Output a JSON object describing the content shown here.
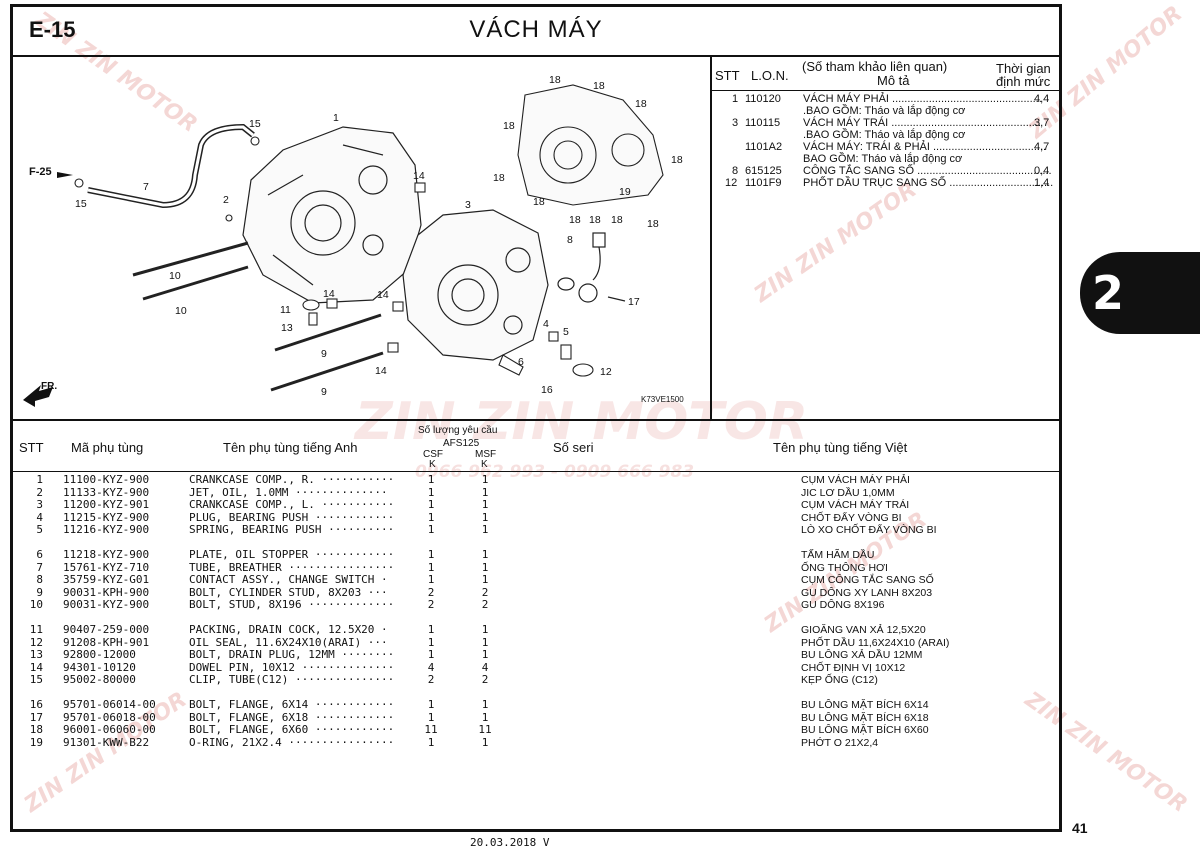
{
  "page": {
    "code": "E-15",
    "title": "VÁCH MÁY",
    "page_number": "41",
    "section_tab": "2",
    "date_footer": "20.03.2018 V",
    "watermark": {
      "brand": "ZIN ZIN MOTOR",
      "phone": "0966 962 993 - 0909 666 983"
    }
  },
  "diagram": {
    "ref_label": "F-25",
    "fr_label": "FR.",
    "figure_code": "K73VE1500",
    "callouts": [
      "1",
      "2",
      "3",
      "4",
      "5",
      "6",
      "7",
      "8",
      "9",
      "9",
      "10",
      "10",
      "11",
      "12",
      "13",
      "14",
      "14",
      "14",
      "14",
      "15",
      "15",
      "16",
      "17",
      "18",
      "18",
      "18",
      "18",
      "18",
      "18",
      "18",
      "18",
      "18",
      "18",
      "18",
      "19"
    ]
  },
  "reference": {
    "headers": {
      "stt": "STT",
      "lon": "L.O.N.",
      "desc_top": "(Số tham khảo liên quan)",
      "desc_bottom": "Mô tả",
      "time_top": "Thời gian",
      "time_bottom": "định mức"
    },
    "rows": [
      {
        "stt": "1",
        "lon": "110120",
        "desc": "VÁCH MÁY PHẢI .................................................",
        "time": "4,4"
      },
      {
        "stt": "",
        "lon": "",
        "desc": ".BAO GỒM: Tháo và lắp động cơ",
        "time": ""
      },
      {
        "stt": "3",
        "lon": "110115",
        "desc": "VÁCH MÁY TRÁI .................................................",
        "time": "3,7"
      },
      {
        "stt": "",
        "lon": "",
        "desc": ".BAO GỒM: Tháo và lắp động cơ",
        "time": ""
      },
      {
        "stt": "",
        "lon": "1101A2",
        "desc": "VÁCH MÁY: TRÁI & PHẢI .....................................",
        "time": "4,7"
      },
      {
        "stt": "",
        "lon": "",
        "desc": "BAO GỒM: Tháo và lắp động cơ",
        "time": ""
      },
      {
        "stt": "8",
        "lon": "615125",
        "desc": "CÔNG TẮC SANG SỐ ............................................",
        "time": "0,4"
      },
      {
        "stt": "12",
        "lon": "1101F9",
        "desc": "PHỐT DẦU TRỤC SANG SỐ ..................................",
        "time": "1,4"
      }
    ]
  },
  "parts": {
    "headers": {
      "stt": "STT",
      "code": "Mã phụ tùng",
      "name_en": "Tên phụ tùng tiếng Anh",
      "qty_title": "Số lượng yêu cầu",
      "model": "AFS125",
      "csf": "CSF",
      "msf": "MSF",
      "k1": "K",
      "k2": "K",
      "serial": "Số seri",
      "name_vn": "Tên phụ tùng tiếng Việt"
    },
    "rows": [
      {
        "stt": "1",
        "code": "11100-KYZ-900",
        "name_en": "CRANKCASE COMP., R. ···········",
        "csf": "1",
        "msf": "1",
        "name_vn": "CỤM VÁCH MÁY PHẢI"
      },
      {
        "stt": "2",
        "code": "11133-KYZ-900",
        "name_en": "JET, OIL, 1.0MM ··············",
        "csf": "1",
        "msf": "1",
        "name_vn": "JIC LƠ DẦU 1,0MM"
      },
      {
        "stt": "3",
        "code": "11200-KYZ-901",
        "name_en": "CRANKCASE COMP., L. ···········",
        "csf": "1",
        "msf": "1",
        "name_vn": "CỤM VÁCH MÁY TRÁI"
      },
      {
        "stt": "4",
        "code": "11215-KYZ-900",
        "name_en": "PLUG, BEARING PUSH ············",
        "csf": "1",
        "msf": "1",
        "name_vn": "CHỐT ĐẨY VÒNG BI"
      },
      {
        "stt": "5",
        "code": "11216-KYZ-900",
        "name_en": "SPRING, BEARING PUSH ··········",
        "csf": "1",
        "msf": "1",
        "name_vn": "LÒ XO CHỐT ĐẨY VÒNG BI"
      },
      {
        "stt": "6",
        "code": "11218-KYZ-900",
        "name_en": "PLATE, OIL STOPPER ············",
        "csf": "1",
        "msf": "1",
        "name_vn": "TẤM HÃM DẦU"
      },
      {
        "stt": "7",
        "code": "15761-KYZ-710",
        "name_en": "TUBE, BREATHER ················",
        "csf": "1",
        "msf": "1",
        "name_vn": "ỐNG THÔNG HƠI"
      },
      {
        "stt": "8",
        "code": "35759-KYZ-G01",
        "name_en": "CONTACT ASSY., CHANGE SWITCH ·",
        "csf": "1",
        "msf": "1",
        "name_vn": "CỤM CÔNG TẮC SANG SỐ"
      },
      {
        "stt": "9",
        "code": "90031-KPH-900",
        "name_en": "BOLT, CYLINDER STUD, 8X203 ···",
        "csf": "2",
        "msf": "2",
        "name_vn": "GU DÔNG XY LANH 8X203"
      },
      {
        "stt": "10",
        "code": "90031-KYZ-900",
        "name_en": "BOLT, STUD, 8X196 ·············",
        "csf": "2",
        "msf": "2",
        "name_vn": "GU DÔNG 8X196"
      },
      {
        "stt": "11",
        "code": "90407-259-000",
        "name_en": "PACKING, DRAIN COCK, 12.5X20 ·",
        "csf": "1",
        "msf": "1",
        "name_vn": "GIOĂNG VAN XẢ 12,5X20"
      },
      {
        "stt": "12",
        "code": "91208-KPH-901",
        "name_en": "OIL SEAL, 11.6X24X10(ARAI) ···",
        "csf": "1",
        "msf": "1",
        "name_vn": "PHỐT DẦU 11,6X24X10 (ARAI)"
      },
      {
        "stt": "13",
        "code": "92800-12000",
        "name_en": "BOLT, DRAIN PLUG, 12MM ········",
        "csf": "1",
        "msf": "1",
        "name_vn": "BU LÔNG XẢ DẦU 12MM"
      },
      {
        "stt": "14",
        "code": "94301-10120",
        "name_en": "DOWEL PIN, 10X12 ··············",
        "csf": "4",
        "msf": "4",
        "name_vn": "CHỐT ĐỊNH VỊ 10X12"
      },
      {
        "stt": "15",
        "code": "95002-80000",
        "name_en": "CLIP, TUBE(C12) ···············",
        "csf": "2",
        "msf": "2",
        "name_vn": "KẸP ỐNG (C12)"
      },
      {
        "stt": "16",
        "code": "95701-06014-00",
        "name_en": "BOLT, FLANGE, 6X14 ············",
        "csf": "1",
        "msf": "1",
        "name_vn": "BU LÔNG MẶT BÍCH 6X14"
      },
      {
        "stt": "17",
        "code": "95701-06018-00",
        "name_en": "BOLT, FLANGE, 6X18 ············",
        "csf": "1",
        "msf": "1",
        "name_vn": "BU LÔNG MẶT BÍCH 6X18"
      },
      {
        "stt": "18",
        "code": "96001-06060-00",
        "name_en": "BOLT, FLANGE, 6X60 ············",
        "csf": "11",
        "msf": "11",
        "name_vn": "BU LÔNG MẶT BÍCH 6X60"
      },
      {
        "stt": "19",
        "code": "91301-KWW-B22",
        "name_en": "O-RING, 21X2.4 ················",
        "csf": "1",
        "msf": "1",
        "name_vn": "PHỚT O 21X2,4"
      }
    ]
  }
}
